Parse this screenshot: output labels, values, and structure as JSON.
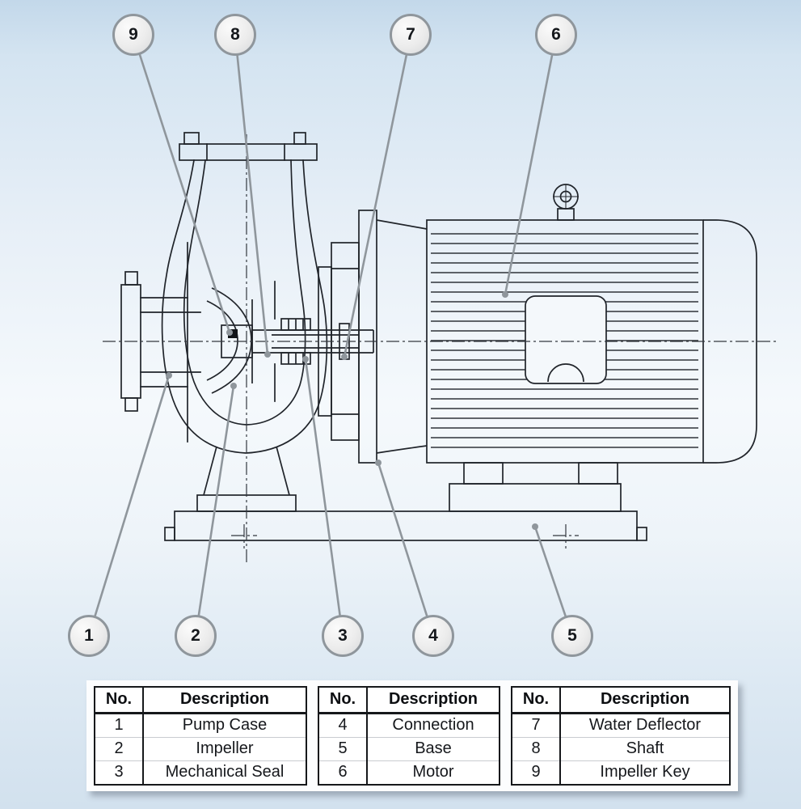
{
  "balloons": [
    {
      "num": "9"
    },
    {
      "num": "8"
    },
    {
      "num": "7"
    },
    {
      "num": "6"
    },
    {
      "num": "1"
    },
    {
      "num": "2"
    },
    {
      "num": "3"
    },
    {
      "num": "4"
    },
    {
      "num": "5"
    }
  ],
  "tables": [
    {
      "headers": {
        "no": "No.",
        "description": "Description"
      },
      "rows": [
        {
          "no": "1",
          "description": "Pump Case"
        },
        {
          "no": "2",
          "description": "Impeller"
        },
        {
          "no": "3",
          "description": "Mechanical Seal"
        }
      ]
    },
    {
      "headers": {
        "no": "No.",
        "description": "Description"
      },
      "rows": [
        {
          "no": "4",
          "description": "Connection"
        },
        {
          "no": "5",
          "description": "Base"
        },
        {
          "no": "6",
          "description": "Motor"
        }
      ]
    },
    {
      "headers": {
        "no": "No.",
        "description": "Description"
      },
      "rows": [
        {
          "no": "7",
          "description": "Water Deflector"
        },
        {
          "no": "8",
          "description": "Shaft"
        },
        {
          "no": "9",
          "description": "Impeller Key"
        }
      ]
    }
  ]
}
